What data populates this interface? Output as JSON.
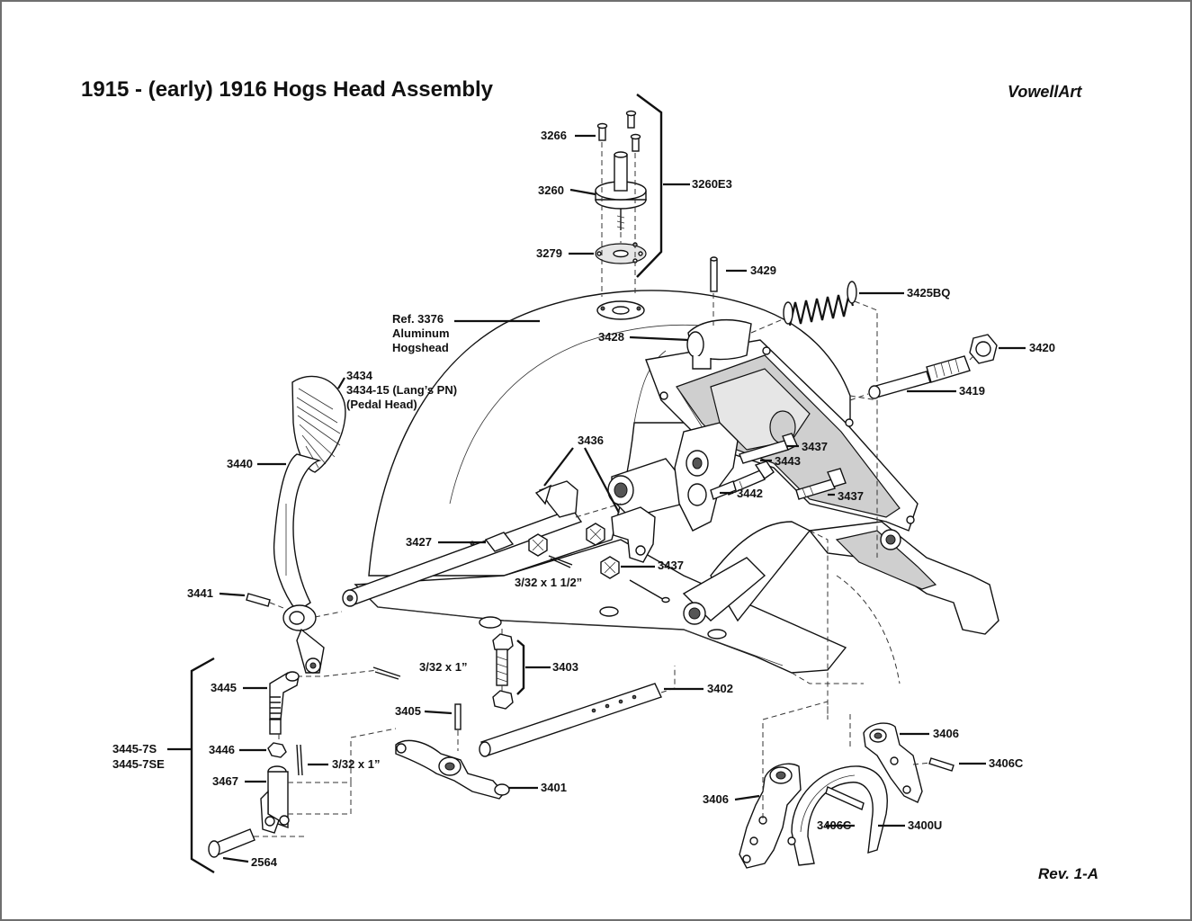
{
  "title": "1915 - (early) 1916 Hogs Head Assembly",
  "brand": "VowellArt",
  "revision": "Rev. 1-A",
  "labels": {
    "p3266": "3266",
    "p3260": "3260",
    "p3260e3": "3260E3",
    "p3279": "3279",
    "p3429": "3429",
    "p3425bq": "3425BQ",
    "p3428": "3428",
    "p3420": "3420",
    "p3419": "3419",
    "ref_line1": "Ref. 3376",
    "ref_line2": "Aluminum",
    "ref_line3": "Hogshead",
    "p3434_line1": "3434",
    "p3434_line2": "3434-15 (Lang’s PN)",
    "p3434_line3": "(Pedal Head)",
    "p3440": "3440",
    "p3436": "3436",
    "p3437a": "3437",
    "p3443": "3443",
    "p3442": "3442",
    "p3437b": "3437",
    "p3427": "3427",
    "p3437c": "3437",
    "cotter_large": "3/32 x 1 1/2”",
    "p3441": "3441",
    "cotter_a": "3/32 x 1”",
    "p3403": "3403",
    "p3402": "3402",
    "p3445": "3445",
    "p3405": "3405",
    "p3406a": "3406",
    "p3445_7s": "3445-7S",
    "p3445_7se": "3445-7SE",
    "p3446": "3446",
    "cotter_b": "3/32 x 1”",
    "p3406c_a": "3406C",
    "p3467": "3467",
    "p3401": "3401",
    "p3406b": "3406",
    "p3406c_b": "3406C",
    "p3400u": "3400U",
    "p2564": "2564"
  }
}
